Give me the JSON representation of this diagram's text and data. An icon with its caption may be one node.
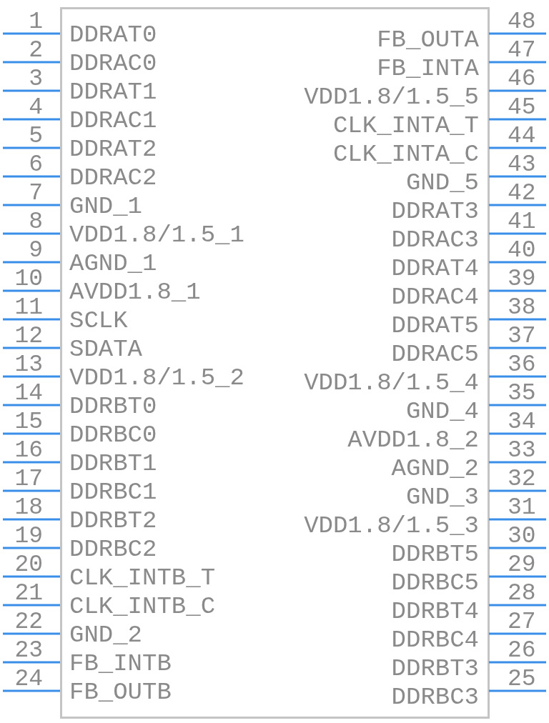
{
  "diagram": {
    "labels": [
      "1",
      "DDRAT0",
      "2",
      "DDRAC0",
      "3",
      "DDRAT1",
      "4",
      "DDRAC1",
      "5",
      "DDRAT2",
      "6",
      "DDRAC2",
      "7",
      "GND_1",
      "8",
      "VDD1.8/1.5_1",
      "9",
      "AGND_1",
      "10",
      "AVDD1.8_1",
      "11",
      "SCLK",
      "12",
      "SDATA",
      "13",
      "VDD1.8/1.5_2",
      "14",
      "DDRBT0",
      "15",
      "DDRBC0",
      "16",
      "DDRBT1",
      "17",
      "DDRBC1",
      "18",
      "DDRBT2",
      "19",
      "DDRBC2",
      "20",
      "CLK_INTB_T",
      "21",
      "CLK_INTB_C",
      "22",
      "GND_2",
      "23",
      "FB_INTB",
      "24",
      "FB_OUTB",
      "48",
      "FB_OUTA",
      "47",
      "FB_INTA",
      "46",
      "VDD1.8/1.5_5",
      "45",
      "CLK_INTA_T",
      "44",
      "CLK_INTA_C",
      "43",
      "GND_5",
      "42",
      "DDRAT3",
      "41",
      "DDRAC3",
      "40",
      "DDRAT4",
      "39",
      "DDRAC4",
      "38",
      "DDRAT5",
      "37",
      "DDRAC5",
      "36",
      "VDD1.8/1.5_4",
      "35",
      "GND_4",
      "34",
      "AVDD1.8_2",
      "33",
      "AGND_2",
      "32",
      "GND_3",
      "31",
      "VDD1.8/1.5_3",
      "30",
      "DDRBT5",
      "29",
      "DDRBC5",
      "28",
      "DDRBT4",
      "27",
      "DDRBC4",
      "26",
      "DDRBT3",
      "25",
      "DDRBC3"
    ]
  }
}
